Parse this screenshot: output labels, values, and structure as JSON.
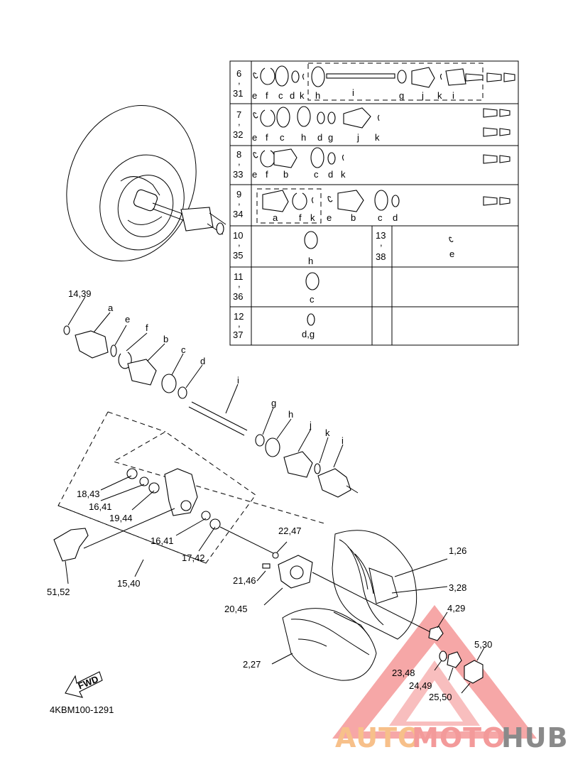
{
  "diagram": {
    "code": "4KBM100-1291",
    "fwd_label": "FWD",
    "watermark": {
      "part1": "AUTO",
      "part2": "MOTO",
      "part3": "HUB",
      "color_auto": "#f7c08a",
      "color_moto": "#f39a9a",
      "color_hub": "#8a8a8a",
      "triangle_color": "#f27d7d"
    }
  },
  "callouts": {
    "c1439": "14,39",
    "a": "a",
    "e": "e",
    "f": "f",
    "b": "b",
    "c": "c",
    "d": "d",
    "i": "i",
    "g": "g",
    "h": "h",
    "j": "j",
    "k": "k",
    "i2": "i",
    "c1843": "18,43",
    "c1641": "16,41",
    "c1944": "19,44",
    "c1641b": "16,41",
    "c1742": "17,42",
    "c1540": "15,40",
    "c5152": "51,52",
    "c2247": "22,47",
    "c2146": "21,46",
    "c2045": "20,45",
    "c126": "1,26",
    "c328": "3,28",
    "c429": "4,29",
    "c530": "5,30",
    "c227": "2,27",
    "c2348": "23,48",
    "c2449": "24,49",
    "c2550": "25,50"
  },
  "table": {
    "rows": [
      {
        "top": "6",
        "sep": ",",
        "bottom": "31",
        "letters": [
          "e",
          "f",
          "c",
          "d",
          "k",
          "h",
          "i",
          "g",
          "j",
          "k",
          "i"
        ]
      },
      {
        "top": "7",
        "sep": ",",
        "bottom": "32",
        "letters": [
          "e",
          "f",
          "c",
          "h",
          "d",
          "g",
          "j",
          "k"
        ]
      },
      {
        "top": "8",
        "sep": ",",
        "bottom": "33",
        "letters": [
          "e",
          "f",
          "b",
          "c",
          "d",
          "k"
        ]
      },
      {
        "top": "9",
        "sep": ",",
        "bottom": "34",
        "letters": [
          "a",
          "f",
          "k",
          "e",
          "b",
          "c",
          "d"
        ]
      },
      {
        "top": "10",
        "sep": ",",
        "bottom": "35",
        "letters": [
          "h"
        ],
        "extra_top": "13",
        "extra_sep": ",",
        "extra_bottom": "38",
        "extra_letters": [
          "e"
        ]
      },
      {
        "top": "11",
        "sep": ",",
        "bottom": "36",
        "letters": [
          "c"
        ]
      },
      {
        "top": "12",
        "sep": ",",
        "bottom": "37",
        "letters": [
          "d,g"
        ]
      }
    ]
  }
}
